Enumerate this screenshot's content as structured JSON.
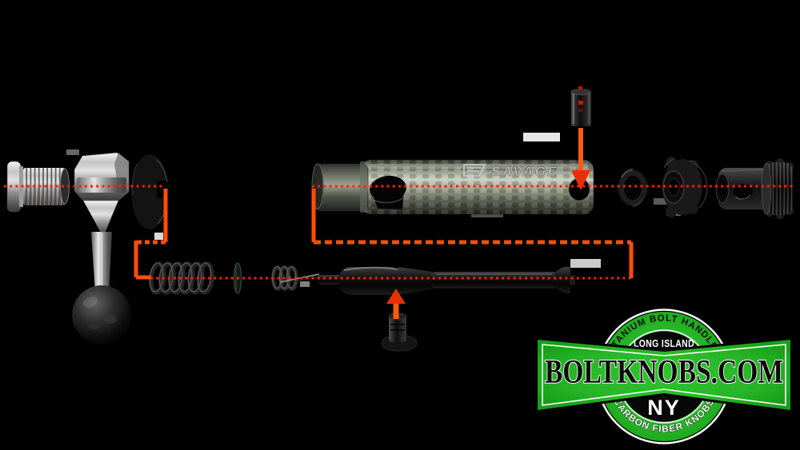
{
  "bolt_body": {
    "brand": "SAVAGE",
    "trademark": "™"
  },
  "logo": {
    "top_arc": "TITANIUM BOLT HANDLES",
    "inner_top": "LONG ISLAND",
    "main": "BOLTKNOBS.COM",
    "inner_bottom": "NY",
    "bottom_arc": "CARBON FIBER KNOBS",
    "colors": {
      "green": "#25b525",
      "black": "#070707",
      "white": "#ffffff"
    }
  },
  "diagram": {
    "colors": {
      "background": "#000000",
      "dot_line": "#ff1f00",
      "connector": "#ff4d0a",
      "arrow": "#e83008"
    },
    "parts": [
      "bolt-handle-nut",
      "bolt-handle",
      "carbon-ball-knob",
      "front-baffle",
      "main-spring",
      "spring-washer",
      "firing-pin-spring",
      "firing-pin",
      "cocking-pin",
      "bolt-body",
      "detent-pin",
      "washer",
      "rear-baffle",
      "bolt-assembly-screw"
    ]
  }
}
